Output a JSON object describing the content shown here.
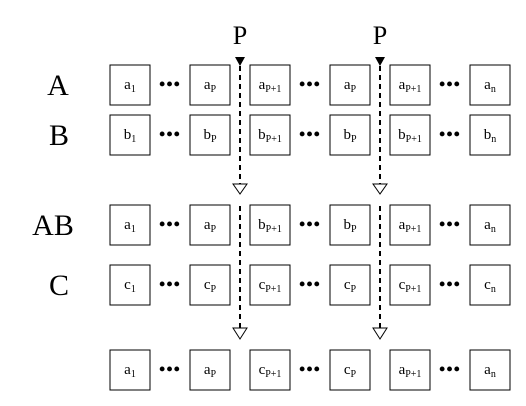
{
  "row_labels": {
    "a": "A",
    "b": "B",
    "ab": "AB",
    "c": "C"
  },
  "p_labels": [
    "P",
    "P"
  ],
  "dots": "•••",
  "rows": [
    {
      "label_key": "a",
      "cells": [
        [
          "a",
          "1"
        ],
        [
          "a",
          "P"
        ],
        [
          "a",
          "P+1"
        ],
        [
          "a",
          "P"
        ],
        [
          "a",
          "P+1"
        ],
        [
          "a",
          "n"
        ]
      ]
    },
    {
      "label_key": "b",
      "cells": [
        [
          "b",
          "1"
        ],
        [
          "b",
          "P"
        ],
        [
          "b",
          "P+1"
        ],
        [
          "b",
          "P"
        ],
        [
          "b",
          "P+1"
        ],
        [
          "b",
          "n"
        ]
      ]
    },
    {
      "label_key": "ab",
      "cells": [
        [
          "a",
          "1"
        ],
        [
          "a",
          "P"
        ],
        [
          "b",
          "P+1"
        ],
        [
          "b",
          "P"
        ],
        [
          "a",
          "P+1"
        ],
        [
          "a",
          "n"
        ]
      ]
    },
    {
      "label_key": "c",
      "cells": [
        [
          "c",
          "1"
        ],
        [
          "c",
          "P"
        ],
        [
          "c",
          "P+1"
        ],
        [
          "c",
          "P"
        ],
        [
          "c",
          "P+1"
        ],
        [
          "c",
          "n"
        ]
      ]
    },
    {
      "label_key": null,
      "cells": [
        [
          "a",
          "1"
        ],
        [
          "a",
          "P"
        ],
        [
          "c",
          "P+1"
        ],
        [
          "c",
          "P"
        ],
        [
          "a",
          "P+1"
        ],
        [
          "a",
          "n"
        ]
      ]
    }
  ]
}
